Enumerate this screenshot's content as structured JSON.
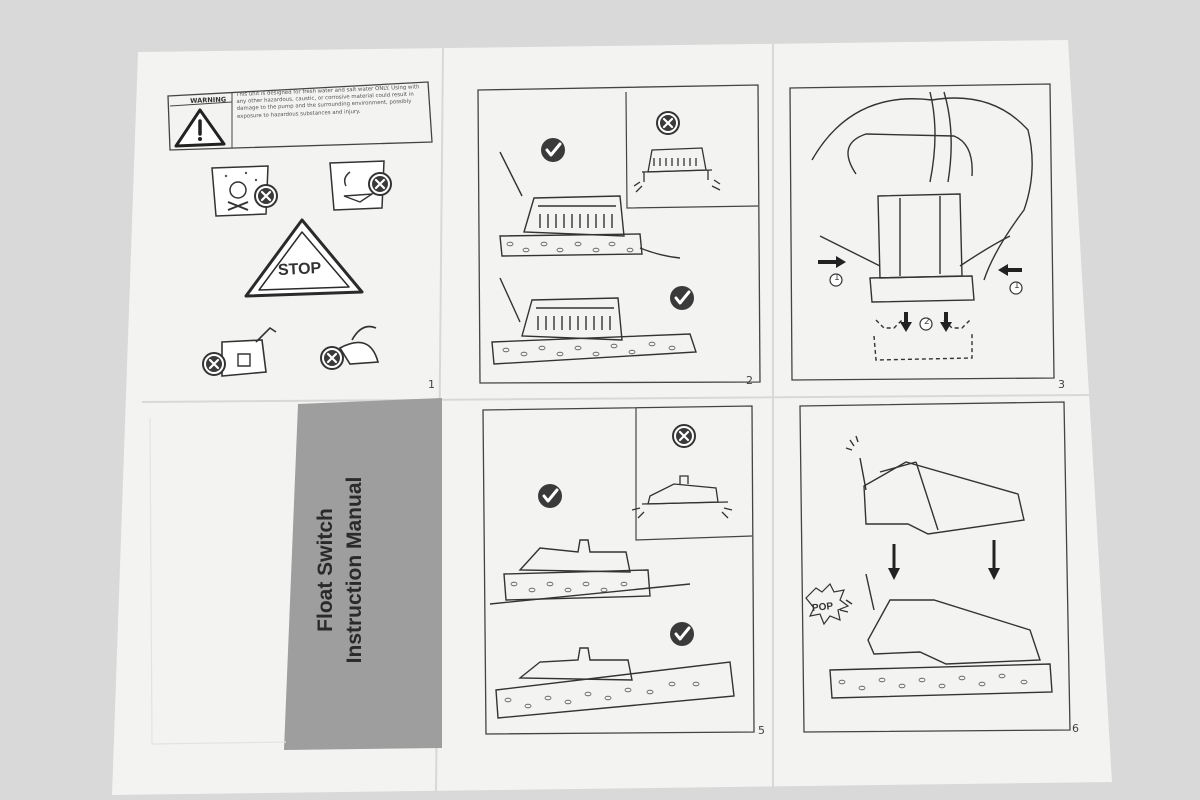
{
  "manual": {
    "cover_title_line1": "Float Switch",
    "cover_title_line2": "Instruction Manual"
  },
  "warning": {
    "label": "WARNING",
    "text": "This unit is designed for fresh water and salt water ONLY. Using with any other hazardous, caustic, or corrosive material could result in damage to the pump and the surrounding environment, possibly exposure to hazardous substances and injury."
  },
  "stop_sign": "STOP",
  "pop_label": "POP",
  "step_labels": {
    "push": "1",
    "lift": "2"
  },
  "page_numbers": [
    "1",
    "2",
    "3",
    "5",
    "6"
  ],
  "colors": {
    "paper": "#f3f3f1",
    "cover_band": "#9e9e9e",
    "ink": "#333333",
    "background": "#d9d9d9"
  },
  "icons": [
    "warning-triangle-icon",
    "poison-container-prohibited-icon",
    "corrosive-container-prohibited-icon",
    "stop-triangle-icon",
    "fuel-can-prohibited-icon",
    "oil-can-prohibited-icon",
    "check-mark-icon",
    "cross-mark-icon",
    "arrow-down-icon",
    "arrow-right-icon",
    "arrow-left-icon"
  ]
}
